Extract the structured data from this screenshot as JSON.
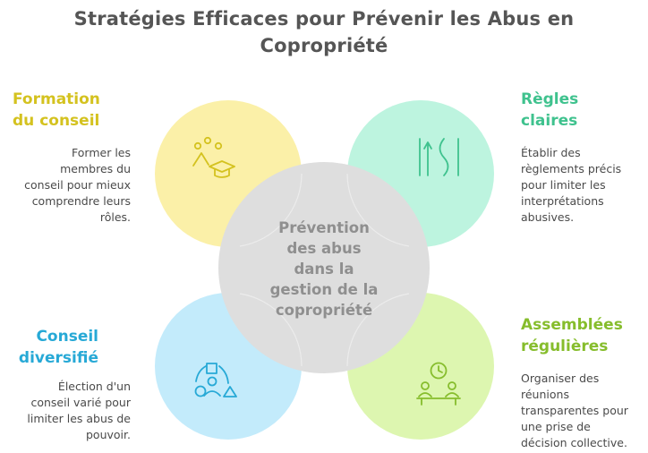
{
  "title_line1": "Stratégies Efficaces pour Prévenir les Abus en",
  "title_line2": "Copropriété",
  "center": {
    "lines": [
      "Prévention",
      "des abus",
      "dans la",
      "gestion de la",
      "copropriété"
    ]
  },
  "sections": {
    "formation": {
      "heading": [
        "Formation",
        "du conseil"
      ],
      "description": [
        "Former les",
        "membres du",
        "conseil pour mieux",
        "comprendre leurs",
        "rôles."
      ],
      "color": "#d4c21f",
      "fill": "#fbf0a8",
      "icon": "graduation-icon"
    },
    "regles": {
      "heading": [
        "Règles",
        "claires"
      ],
      "description": [
        "Établir des",
        "règlements précis",
        "pour limiter les",
        "interprétations",
        "abusives."
      ],
      "color": "#3fc28e",
      "fill": "#bdf4df",
      "icon": "road-lanes-icon"
    },
    "diversifie": {
      "heading": [
        "Conseil",
        "diversifié"
      ],
      "description": [
        "Élection d'un",
        "conseil varié pour",
        "limiter les abus de",
        "pouvoir."
      ],
      "color": "#27a9d6",
      "fill": "#c3ebfb",
      "icon": "diverse-shapes-person-icon"
    },
    "assemblees": {
      "heading": [
        "Assemblées",
        "régulières"
      ],
      "description": [
        "Organiser des",
        "réunions",
        "transparentes pour",
        "une prise de",
        "décision collective."
      ],
      "color": "#86bd2c",
      "fill": "#ddf6b0",
      "icon": "meeting-clock-icon"
    }
  },
  "center_fill": "#dedede"
}
